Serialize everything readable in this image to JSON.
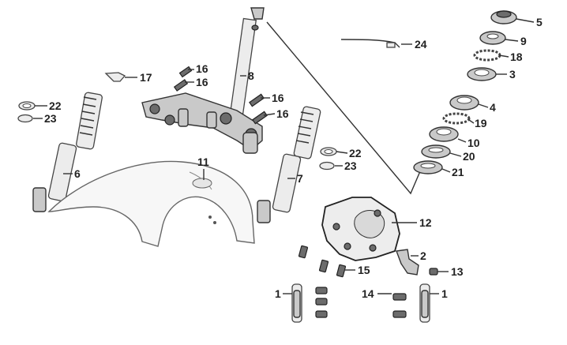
{
  "diagram": {
    "callouts": {
      "c1a": "1",
      "c1b": "1",
      "c2": "2",
      "c3": "3",
      "c4": "4",
      "c5": "5",
      "c6": "6",
      "c7": "7",
      "c8": "8",
      "c9": "9",
      "c10": "10",
      "c11": "11",
      "c12": "12",
      "c13": "13",
      "c14": "14",
      "c15": "15",
      "c16a": "16",
      "c16b": "16",
      "c16c": "16",
      "c16d": "16",
      "c17": "17",
      "c18": "18",
      "c19": "19",
      "c20": "20",
      "c21": "21",
      "c22a": "22",
      "c22b": "22",
      "c23a": "23",
      "c23b": "23",
      "c24": "24"
    }
  }
}
